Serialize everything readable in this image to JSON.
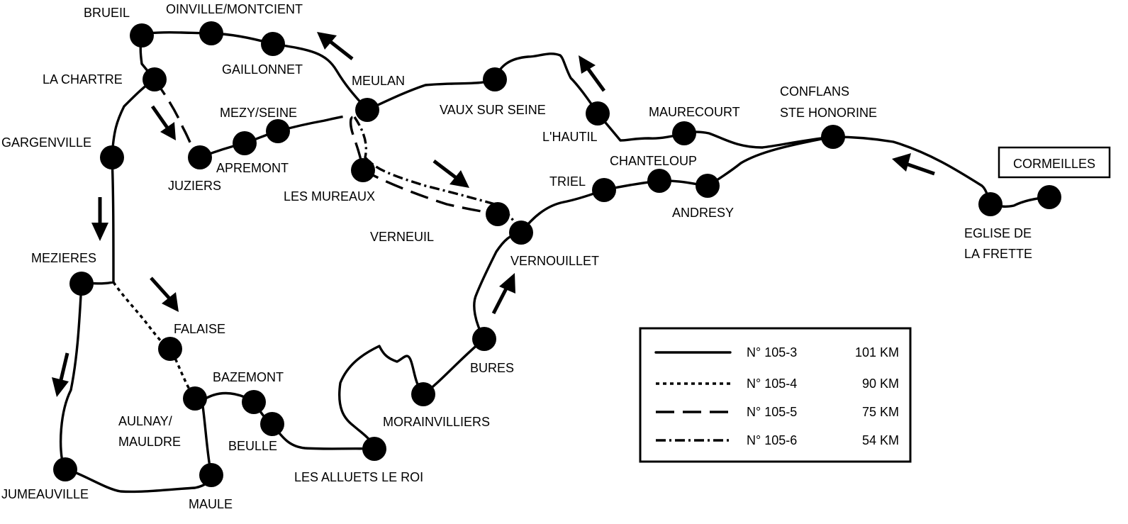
{
  "places": {
    "brueil": "BRUEIL",
    "oinville": "OINVILLE/MONTCIENT",
    "gaillonnet": "GAILLONNET",
    "la_chartre": "LA CHARTRE",
    "meulan": "MEULAN",
    "vaux": "VAUX SUR SEINE",
    "mezy": "MEZY/SEINE",
    "gargenville": "GARGENVILLE",
    "apremont": "APREMONT",
    "juziers": "JUZIERS",
    "les_mureaux": "LES MUREAUX",
    "hautil": "L'HAUTIL",
    "maurecourt": "MAURECOURT",
    "conflans_1": "CONFLANS",
    "conflans_2": "STE HONORINE",
    "chanteloup": "CHANTELOUP",
    "triel": "TRIEL",
    "andresy": "ANDRESY",
    "verneuil": "VERNEUIL",
    "vernouillet": "VERNOUILLET",
    "mezieres": "MEZIERES",
    "falaise": "FALAISE",
    "eglise_1": "EGLISE DE",
    "eglise_2": "LA FRETTE",
    "bazemont": "BAZEMONT",
    "aulnay_1": "AULNAY/",
    "aulnay_2": "MAULDRE",
    "beulle": "BEULLE",
    "bures": "BURES",
    "morainvilliers": "MORAINVILLIERS",
    "alluets": "LES ALLUETS LE ROI",
    "jumeauville": "JUMEAUVILLE",
    "maule": "MAULE"
  },
  "start_badge": "CORMEILLES",
  "legend": [
    {
      "route": "N° 105-3",
      "distance": "101 KM",
      "style": "solid"
    },
    {
      "route": "N° 105-4",
      "distance": "90 KM",
      "style": "dotted"
    },
    {
      "route": "N° 105-5",
      "distance": "75 KM",
      "style": "dashed"
    },
    {
      "route": "N° 105-6",
      "distance": "54 KM",
      "style": "dash-dot"
    }
  ],
  "colors": {
    "ink": "#000000",
    "background": "#ffffff"
  }
}
